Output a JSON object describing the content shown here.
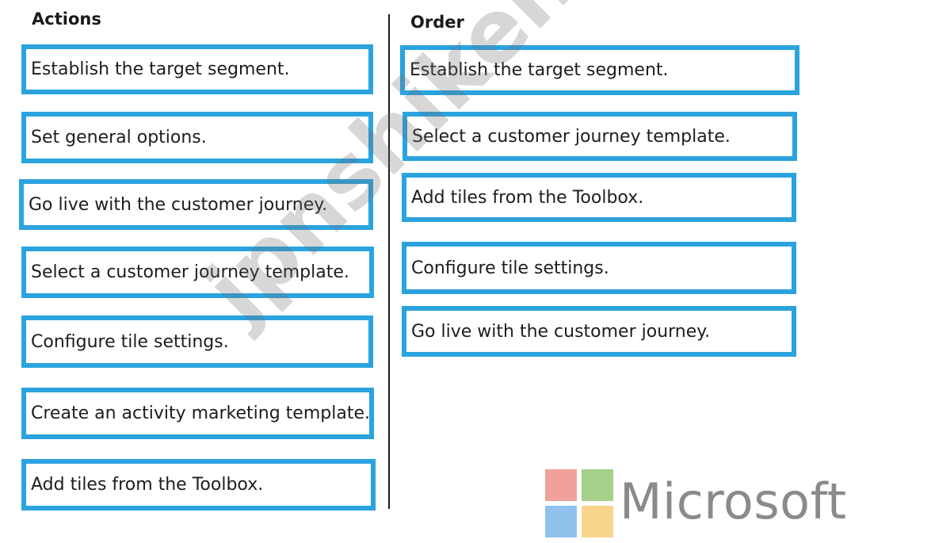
{
  "actions": {
    "heading": "Actions",
    "items": [
      "Establish the target segment.",
      "Set general options.",
      "Go live with the customer journey.",
      "Select a customer journey template.",
      "Configure tile settings.",
      "Create an activity marketing template.",
      "Add tiles from the Toolbox."
    ]
  },
  "order": {
    "heading": "Order",
    "items": [
      "Establish the target segment.",
      "Select a customer journey template.",
      "Add tiles from the Toolbox.",
      "Configure tile settings.",
      "Go live with the customer journey."
    ]
  },
  "watermark": "jpnshiken.com",
  "logo": {
    "text": "Microsoft",
    "colors": [
      "#f1a19b",
      "#a4d089",
      "#8fc3ee",
      "#f8d58c"
    ]
  },
  "box_border_color": "#2aa3df"
}
